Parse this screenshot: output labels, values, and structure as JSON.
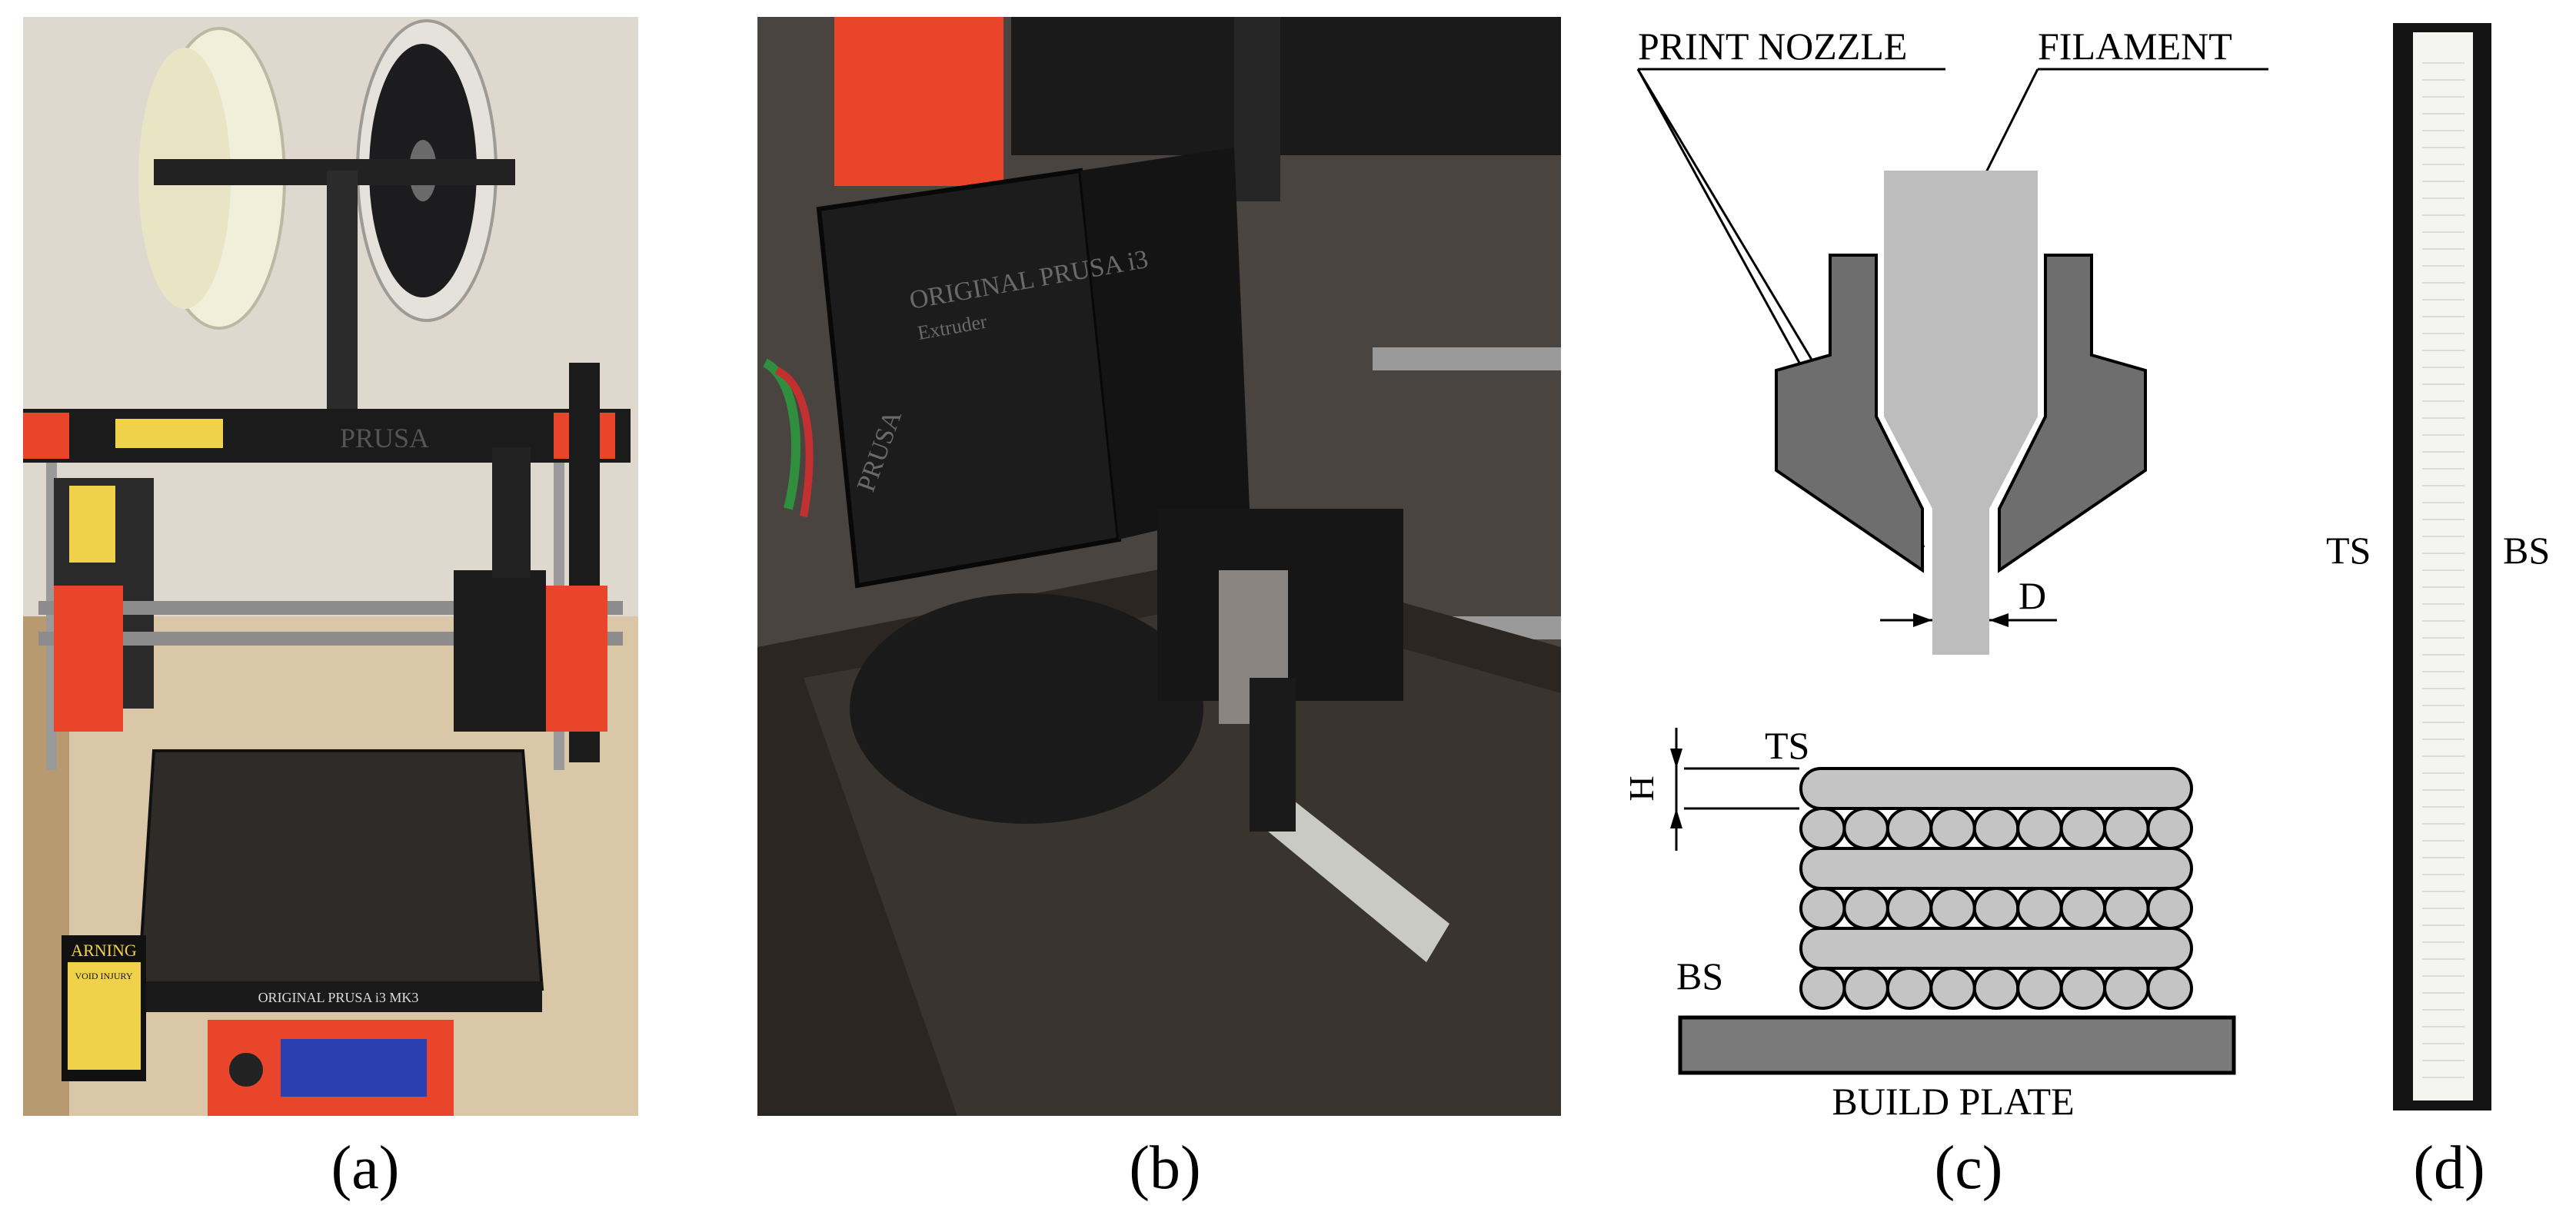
{
  "panel_a": {
    "warning_sign": "ARNING",
    "warning_sub": "VOID INJURY",
    "frame_brand": "PRUSA",
    "bed_label": "ORIGINAL PRUSA i3 MK3"
  },
  "panel_b": {
    "motor_text": "ORIGINAL PRUSA i3",
    "motor_sub": "Extruder",
    "motor_brand": "PRUSA"
  },
  "panel_c": {
    "print_nozzle": "PRINT NOZZLE",
    "filament": "FILAMENT",
    "diameter": "D",
    "height": "H",
    "top_side": "TS",
    "bottom_side": "BS",
    "build_plate": "BUILD PLATE"
  },
  "panel_d": {
    "top_side": "TS",
    "bottom_side": "BS"
  },
  "captions": {
    "a": "(a)",
    "b": "(b)",
    "c": "(c)",
    "d": "(d)"
  },
  "colors": {
    "nozzle_dark": "#6e6e6e",
    "filament_light": "#bdbdbd",
    "layer_fill": "#c4c4c4",
    "plate": "#7a7a7a",
    "printer_orange": "#e8452a",
    "printer_black": "#1a1a1a"
  }
}
